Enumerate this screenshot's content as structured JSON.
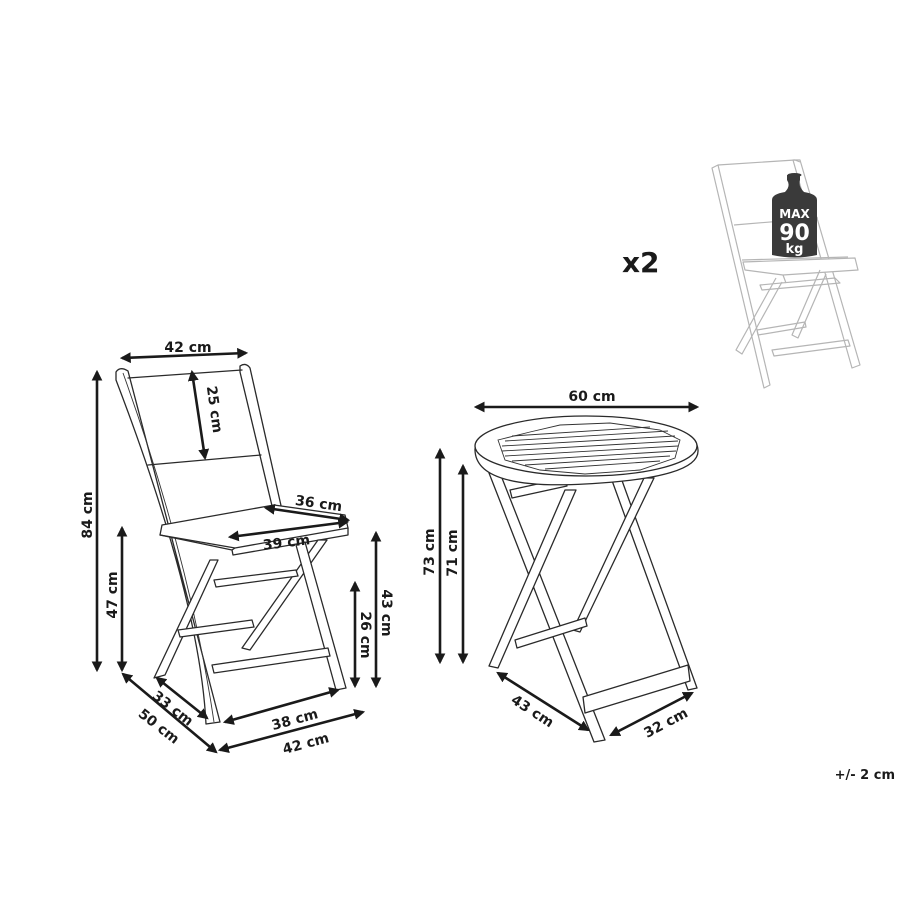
{
  "quantity": {
    "label": "x2"
  },
  "max_load": {
    "line1": "MAX",
    "line2": "90",
    "line3": "kg",
    "accent_color": "#3a3a3a"
  },
  "tolerance": {
    "label": "+/- 2 cm"
  },
  "chair": {
    "dimensions": {
      "backrest_width": "42 cm",
      "backrest_height": "25 cm",
      "total_height": "84 cm",
      "seat_depth": "36 cm",
      "seat_width": "39 cm",
      "seat_height": "47 cm",
      "front_height": "43 cm",
      "crossbar_height": "26 cm",
      "inner_depth": "33 cm",
      "total_depth": "50 cm",
      "inner_width": "38 cm",
      "total_width": "42 cm"
    }
  },
  "table": {
    "dimensions": {
      "top_diameter": "60 cm",
      "total_height": "73 cm",
      "leg_height": "71 cm",
      "base_depth": "43 cm",
      "base_width": "32 cm"
    }
  },
  "colors": {
    "line": "#2a2a2a",
    "dimension": "#1a1a1a",
    "ghost": "#b5b5b5",
    "background": "#ffffff"
  }
}
